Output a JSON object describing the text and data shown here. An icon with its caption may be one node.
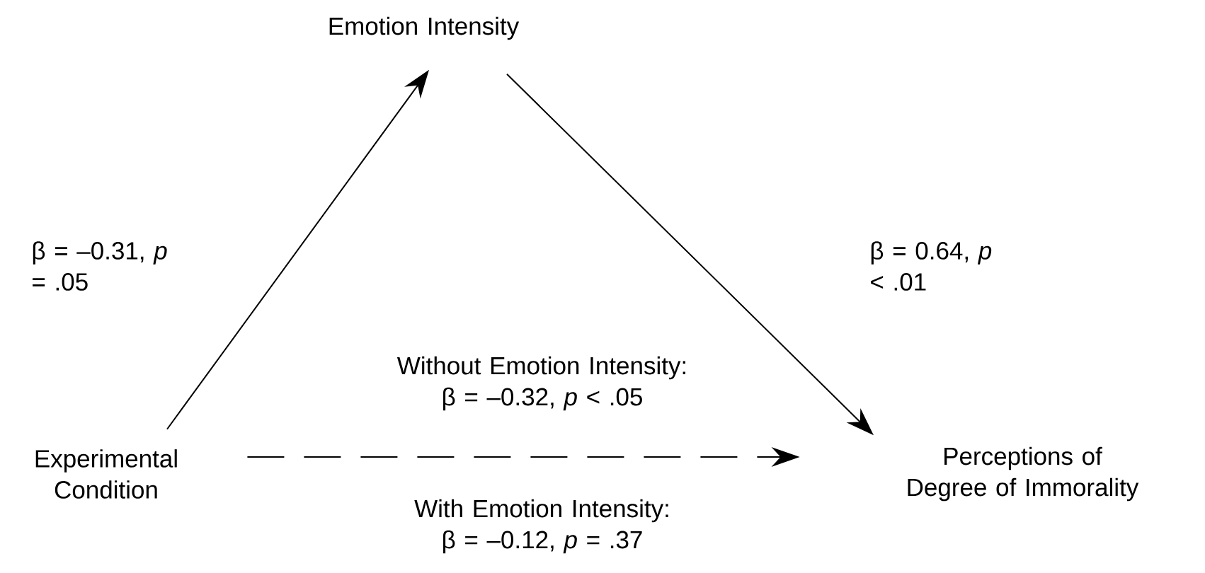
{
  "diagram": {
    "nodes": [
      {
        "text": [
          "Emotion Intensity"
        ]
      },
      {
        "text": [
          "Experimental Condition"
        ]
      },
      {
        "text": [
          "Perceptions of Degree of Immorality"
        ]
      }
    ],
    "edges": [
      {
        "from": 1,
        "to": 0,
        "arrow": "to",
        "label": "β = –0.31, *p* = .05"
      },
      {
        "from": 0,
        "to": 2,
        "arrow": "to",
        "label": "β = 0.64, *p* < .01"
      },
      {
        "from": 1,
        "to": 2,
        "arrow": "to",
        "style": "dashed",
        "label": "Without Emotion Intensity: β = –0.32, *p* < .05"
      }
    ],
    "labels": [
      "With Emotion Intensity: β = –0.12, *p* = .37"
    ]
  }
}
